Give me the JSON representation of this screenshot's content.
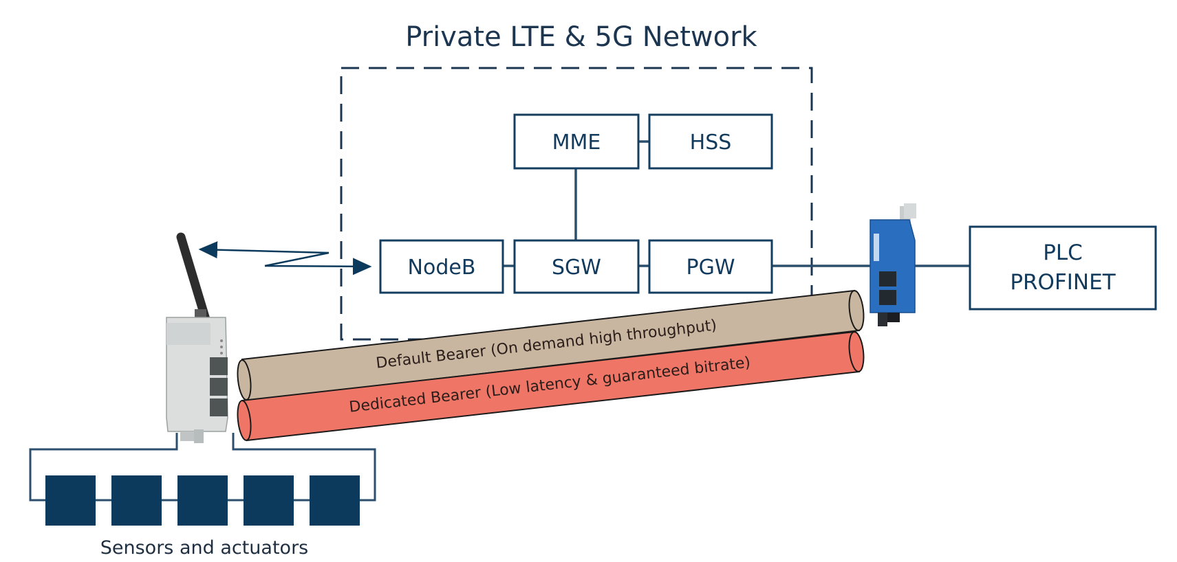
{
  "title": "Private LTE & 5G Network",
  "network": {
    "nodes": {
      "mme": "MME",
      "hss": "HSS",
      "nodeb": "NodeB",
      "sgw": "SGW",
      "pgw": "PGW"
    }
  },
  "plc": {
    "line1": "PLC",
    "line2": "PROFINET"
  },
  "bearers": {
    "default": "Default Bearer (On demand high throughput)",
    "dedicated": "Dedicated Bearer (Low latency & guaranteed bitrate)"
  },
  "sensors": {
    "label": "Sensors and actuators",
    "count": 5
  },
  "colors": {
    "navy": "#0b3a5c",
    "default_bearer": "#c9b6a0",
    "dedicated_bearer": "#ef7667",
    "device_blue": "#2a6fbf",
    "device_gray": "#dadcdc"
  }
}
